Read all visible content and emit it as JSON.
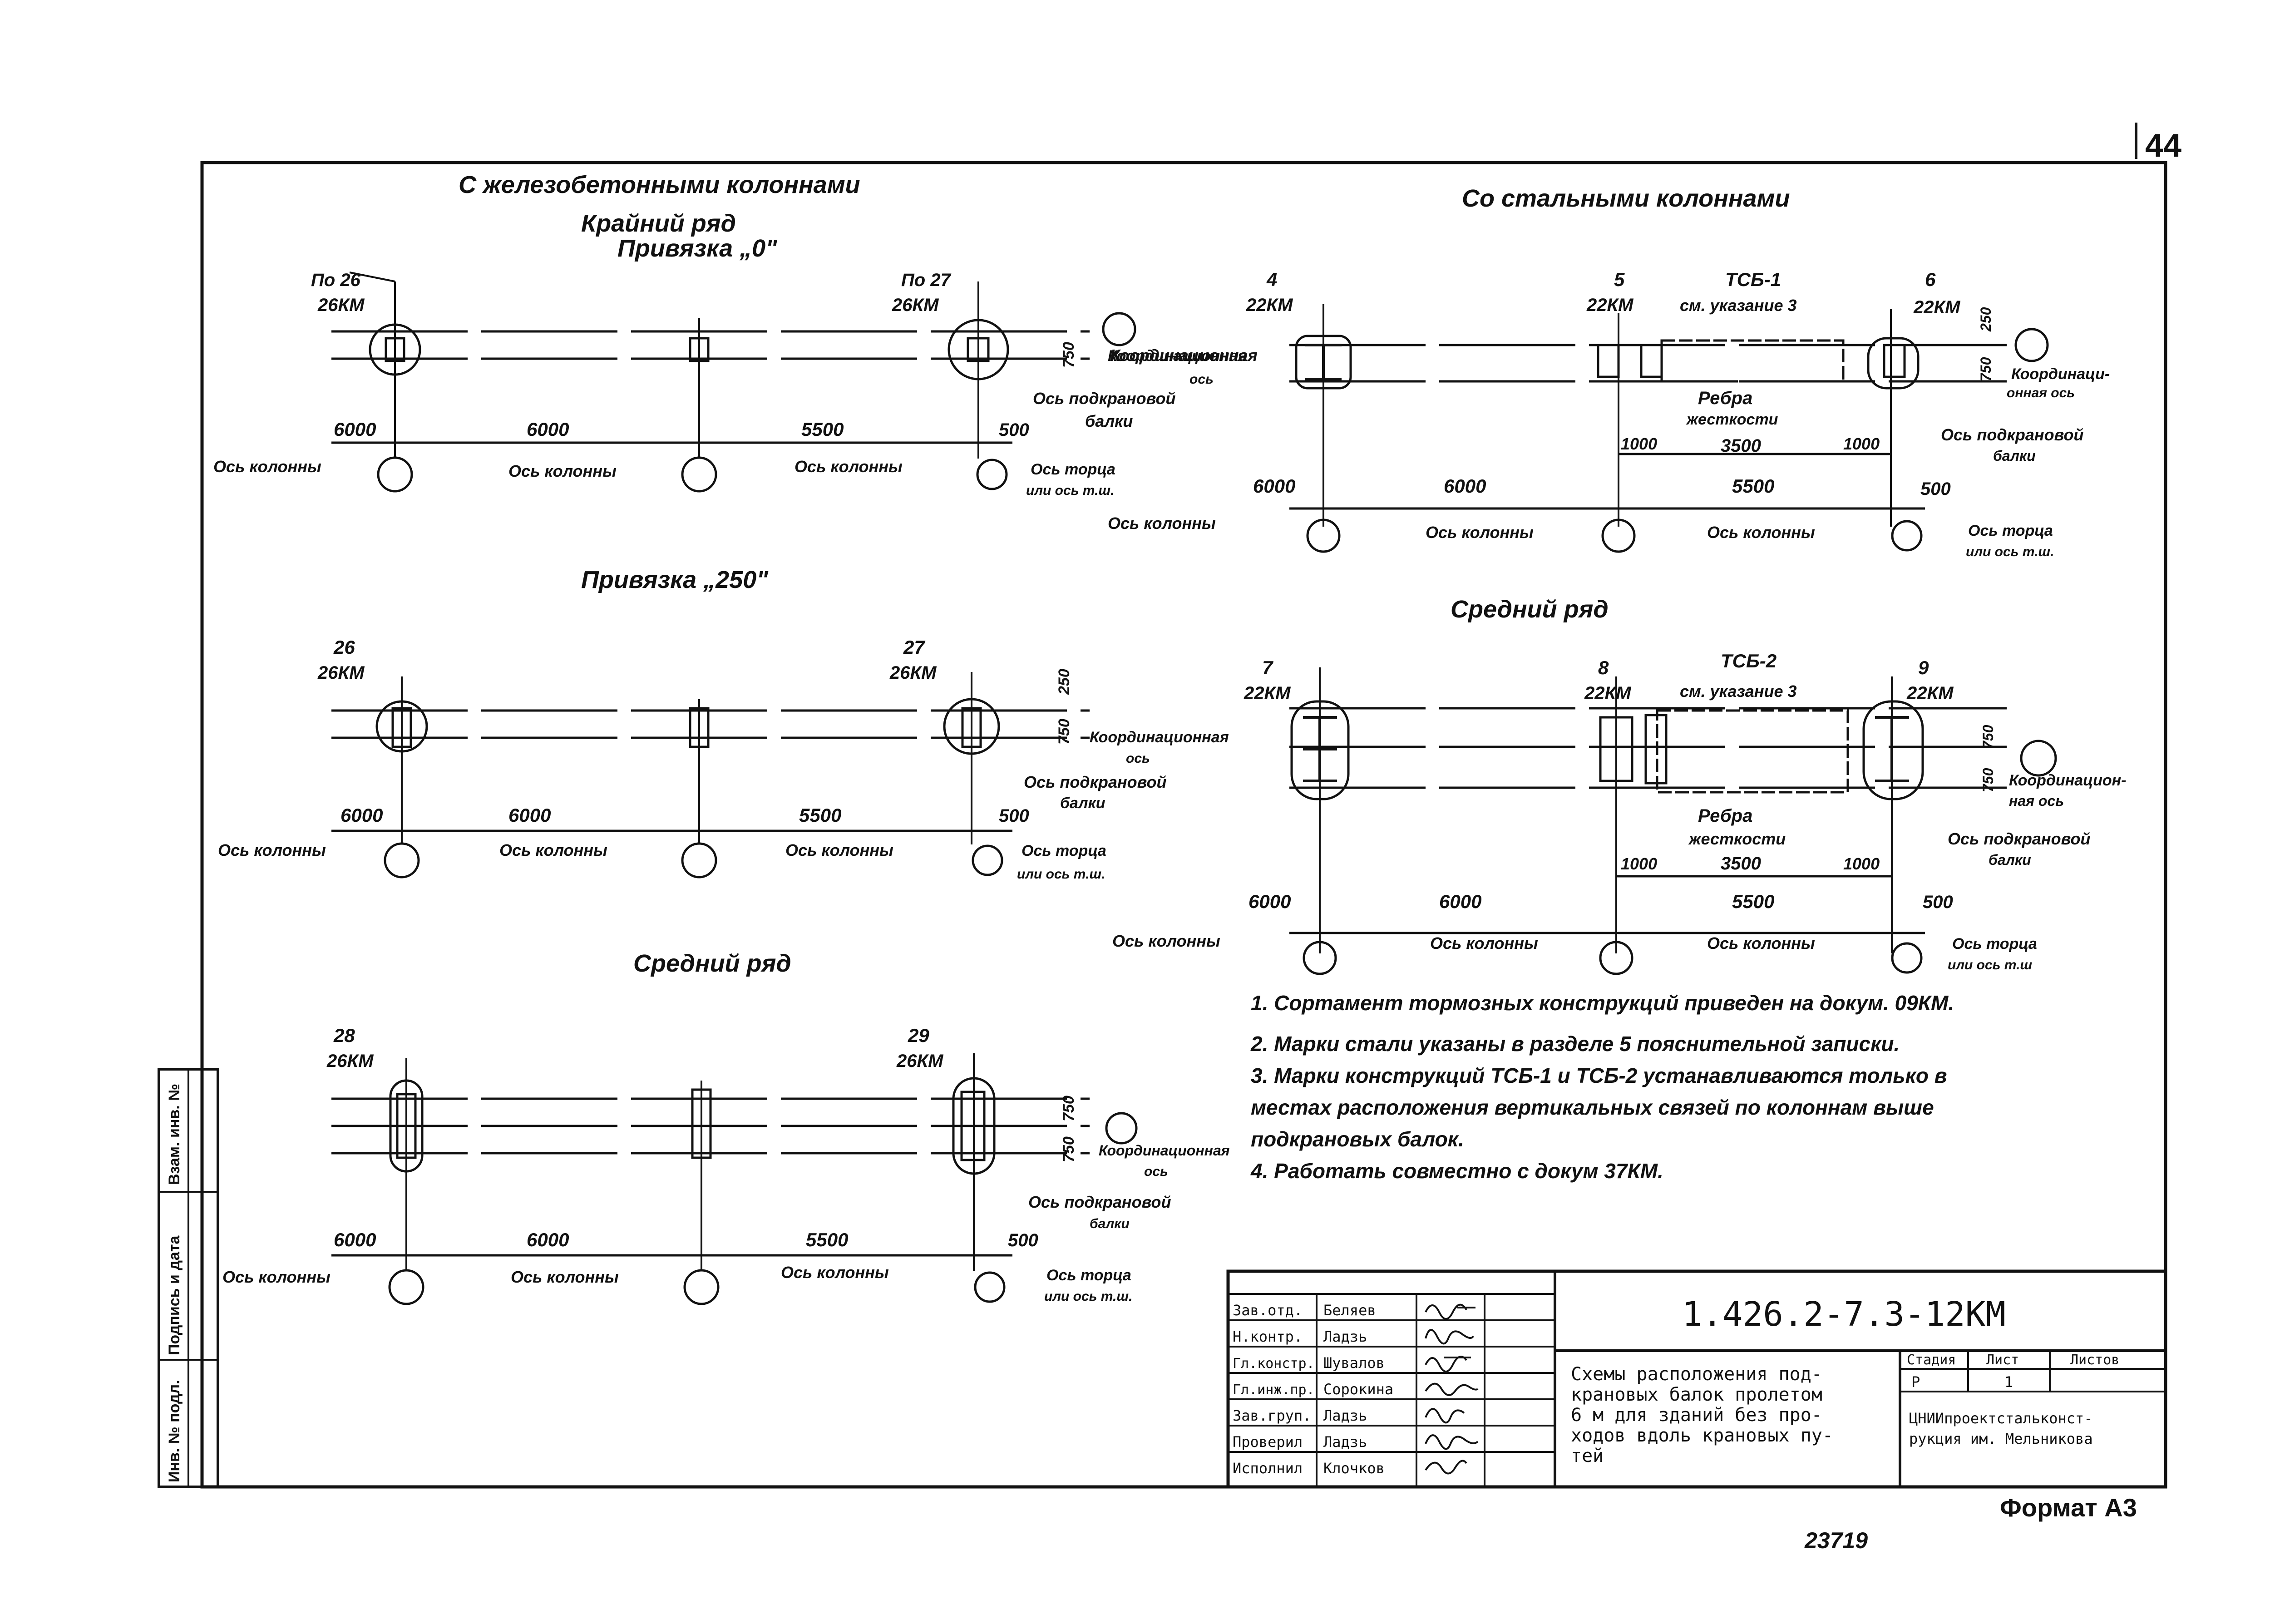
{
  "sheet": {
    "page_number": "44",
    "format": "Формат А3",
    "inventory_stamp": "23719"
  },
  "side_stamp": {
    "cells": [
      "Взам. инв. №",
      "Подпись и дата",
      "Инв. № подл."
    ]
  },
  "left": {
    "title": "С железобетонными колоннами",
    "edge_row_title": "Крайний ряд",
    "binding_0": "Привязка „0\"",
    "binding_250": "Привязка „250\"",
    "middle_row_title": "Средний ряд",
    "panels": [
      {
        "left_mark": [
          "По 26",
          "26КМ"
        ],
        "right_mark": [
          "По 27",
          "26КМ"
        ],
        "spans": [
          "6000",
          "6000",
          "5500",
          "500"
        ],
        "offset": "750",
        "coord_axis": [
          "Координационная",
          "ось"
        ],
        "crane_axis": [
          "Ось подкрановой",
          "балки"
        ],
        "column_axis": "Ось колонны",
        "end_axis": [
          "Ось торца",
          "или ось т.ш."
        ]
      },
      {
        "left_mark": [
          "26",
          "26КМ"
        ],
        "right_mark": [
          "27",
          "26КМ"
        ],
        "spans": [
          "6000",
          "6000",
          "5500",
          "500"
        ],
        "offset_top": "250",
        "offset": "750",
        "coord_axis": [
          "Координационная",
          "ось"
        ],
        "crane_axis": [
          "Ось подкрановой",
          "балки"
        ],
        "column_axis": "Ось колонны",
        "end_axis": [
          "Ось торца",
          "или ось т.ш."
        ]
      },
      {
        "left_mark": [
          "28",
          "26КМ"
        ],
        "right_mark": [
          "29",
          "26КМ"
        ],
        "spans": [
          "6000",
          "6000",
          "5500",
          "500"
        ],
        "offset_top": "750",
        "offset": "750",
        "coord_axis": [
          "Координационная",
          "ось"
        ],
        "crane_axis": [
          "Ось подкрановой",
          "балки"
        ],
        "column_axis": "Ось колонны",
        "end_axis": [
          "Ось торца",
          "или ось т.ш."
        ]
      }
    ]
  },
  "right": {
    "title": "Со стальными колоннами",
    "middle_row_title": "Средний ряд",
    "panels": [
      {
        "marks": [
          [
            "4",
            "22КМ"
          ],
          [
            "5",
            "22КМ"
          ],
          [
            "6",
            "22КМ"
          ]
        ],
        "tsb": [
          "ТСБ-1",
          "см. указание 3"
        ],
        "ribs": [
          "Ребра",
          "жесткости"
        ],
        "rib_dims": [
          "1000",
          "3500",
          "1000"
        ],
        "spans": [
          "6000",
          "6000",
          "5500",
          "500"
        ],
        "offset_top": "250",
        "offset": "750",
        "coord_axis": [
          "Координаци-",
          "онная ось"
        ],
        "coord_axis_left": [
          "Координационная",
          "ось"
        ],
        "crane_axis": [
          "Ось подкрановой",
          "балки"
        ],
        "column_axis": "Ось колонны",
        "end_axis": [
          "Ось торца",
          "или ось т.ш."
        ]
      },
      {
        "marks": [
          [
            "7",
            "22КМ"
          ],
          [
            "8",
            "22КМ"
          ],
          [
            "9",
            "22КМ"
          ]
        ],
        "tsb": [
          "ТСБ-2",
          "см. указание 3"
        ],
        "ribs": [
          "Ребра",
          "жесткости"
        ],
        "rib_dims": [
          "1000",
          "3500",
          "1000"
        ],
        "spans": [
          "6000",
          "6000",
          "5500",
          "500"
        ],
        "offset_top": "750",
        "offset": "750",
        "coord_axis": [
          "Координацион-",
          "ная ось"
        ],
        "crane_axis": [
          "Ось подкрановой",
          "балки"
        ],
        "column_axis": "Ось колонны",
        "end_axis": [
          "Ось торца",
          "или ось т.ш"
        ]
      }
    ]
  },
  "notes": [
    "1. Сортамент тормозных конструкций приведен на докум. 09КМ.",
    "2. Марки стали указаны в разделе 5 пояснительной записки.",
    "3. Марки конструкций ТСБ-1 и ТСБ-2 устанавливаются только в",
    "местах расположения вертикальных связей по колоннам выше",
    "подкрановых балок.",
    "4. Работать совместно с докум 37КМ."
  ],
  "title_block": {
    "roles": [
      "Зав.отд.",
      "Н.контр.",
      "Гл.констр.",
      "Гл.инж.пр.",
      "Зав.груп.",
      "Проверил",
      "Исполнил"
    ],
    "names": [
      "Беляев",
      "Ладзь",
      "Шувалов",
      "Сорокина",
      "Ладзь",
      "Ладзь",
      "Клочков"
    ],
    "doc_code": "1.426.2-7.3-12КМ",
    "description": [
      "Схемы расположения под-",
      "крановых балок пролетом",
      "6 м для зданий без про-",
      "ходов вдоль крановых пу-",
      "тей"
    ],
    "stage_header": "Стадия",
    "sheet_header": "Лист",
    "sheets_header": "Листов",
    "stage": "Р",
    "sheet": "1",
    "org": [
      "ЦНИИпроектстальконст-",
      "рукция им. Мельникова"
    ]
  }
}
